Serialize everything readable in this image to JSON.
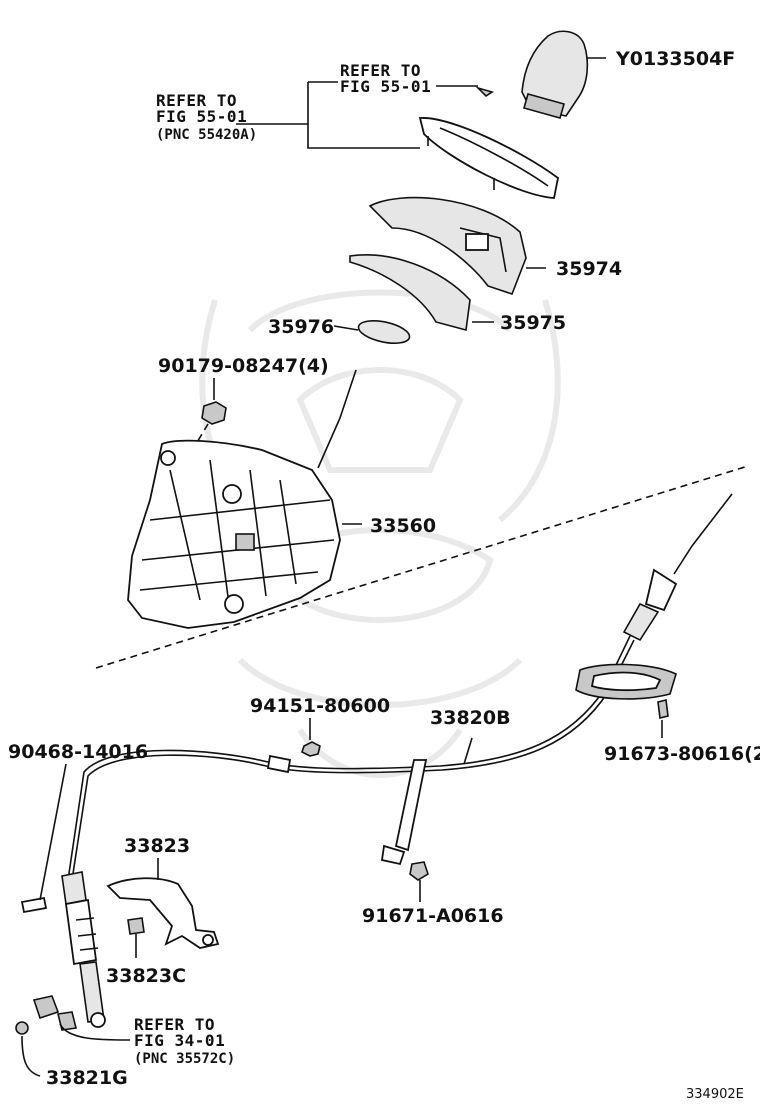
{
  "parts": {
    "p_y0133504f": "Y0133504F",
    "p_35974": "35974",
    "p_35975": "35975",
    "p_35976": "35976",
    "p_90179": "90179-08247(4)",
    "p_33560": "33560",
    "p_94151": "94151-80600",
    "p_33820b": "33820B",
    "p_90468": "90468-14016",
    "p_91673": "91673-80616(2)",
    "p_33823": "33823",
    "p_91671": "91671-A0616",
    "p_33823c": "33823C",
    "p_33821g": "33821G"
  },
  "refs": {
    "ref_top": {
      "line1": "REFER TO",
      "line2": "FIG 55-01"
    },
    "ref_left": {
      "line1": "REFER TO",
      "line2": "FIG 55-01",
      "line3": "(PNC 55420A)"
    },
    "ref_bottom": {
      "line1": "REFER TO",
      "line2": "FIG 34-01",
      "line3": "(PNC 35572C)"
    }
  },
  "figure_number": "334902E",
  "colors": {
    "ink": "#111111",
    "watermark": "#e9e9e9"
  }
}
